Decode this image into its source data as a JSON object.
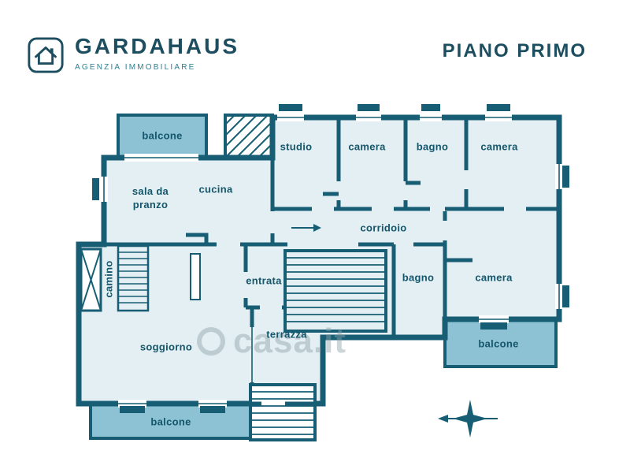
{
  "header": {
    "brand": "GARDAHAUS",
    "brand_subtitle": "AGENZIA IMMOBILIARE",
    "plan_title": "PIANO PRIMO"
  },
  "rooms": {
    "balcone_top": "balcone",
    "studio": "studio",
    "camera_1": "camera",
    "bagno_1": "bagno",
    "camera_2": "camera",
    "sala_da_pranzo": "sala da pranzo",
    "cucina": "cucina",
    "corridoio": "corridoio",
    "camino": "camino",
    "entrata": "entrata",
    "bagno_2": "bagno",
    "camera_3": "camera",
    "soggiorno": "soggiorno",
    "terrazza": "terrazza",
    "balcone_bottom": "balcone",
    "balcone_right": "balcone"
  },
  "watermark": "casa.it",
  "colors": {
    "wall": "#175e74",
    "room_fill": "#e4eff3",
    "balcony_fill": "#8cc2d3",
    "brand_text": "#1d4e60",
    "subtitle_text": "#2d7f93"
  }
}
